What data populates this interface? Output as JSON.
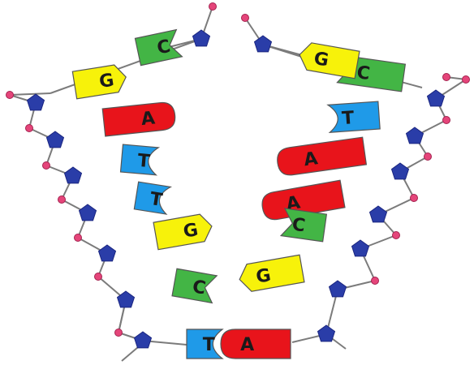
{
  "colors": {
    "A": "#e8141b",
    "G": "#f7f20a",
    "C": "#43b545",
    "T": "#1f9ae8",
    "sugar": "#2a3da8",
    "phosphate": "#e5457a",
    "backbone": "#7b7b7b",
    "outline": "#555555",
    "background": "#ffffff"
  },
  "left_strand": [
    {
      "base": "G",
      "letter": "G"
    },
    {
      "base": "A",
      "letter": "A"
    },
    {
      "base": "T",
      "letter": "T"
    },
    {
      "base": "T",
      "letter": "T"
    },
    {
      "base": "G",
      "letter": "G"
    },
    {
      "base": "C",
      "letter": "C"
    }
  ],
  "left_top_partner": {
    "base": "C",
    "letter": "C"
  },
  "right_strand": [
    {
      "base": "C",
      "letter": "C"
    },
    {
      "base": "T",
      "letter": "T"
    },
    {
      "base": "A",
      "letter": "A"
    },
    {
      "base": "A",
      "letter": "A"
    },
    {
      "base": "C",
      "letter": "C"
    },
    {
      "base": "G",
      "letter": "G"
    }
  ],
  "right_top_partner": {
    "base": "G",
    "letter": "G"
  },
  "bottom_pair": [
    {
      "base": "T",
      "letter": "T"
    },
    {
      "base": "A",
      "letter": "A"
    }
  ]
}
